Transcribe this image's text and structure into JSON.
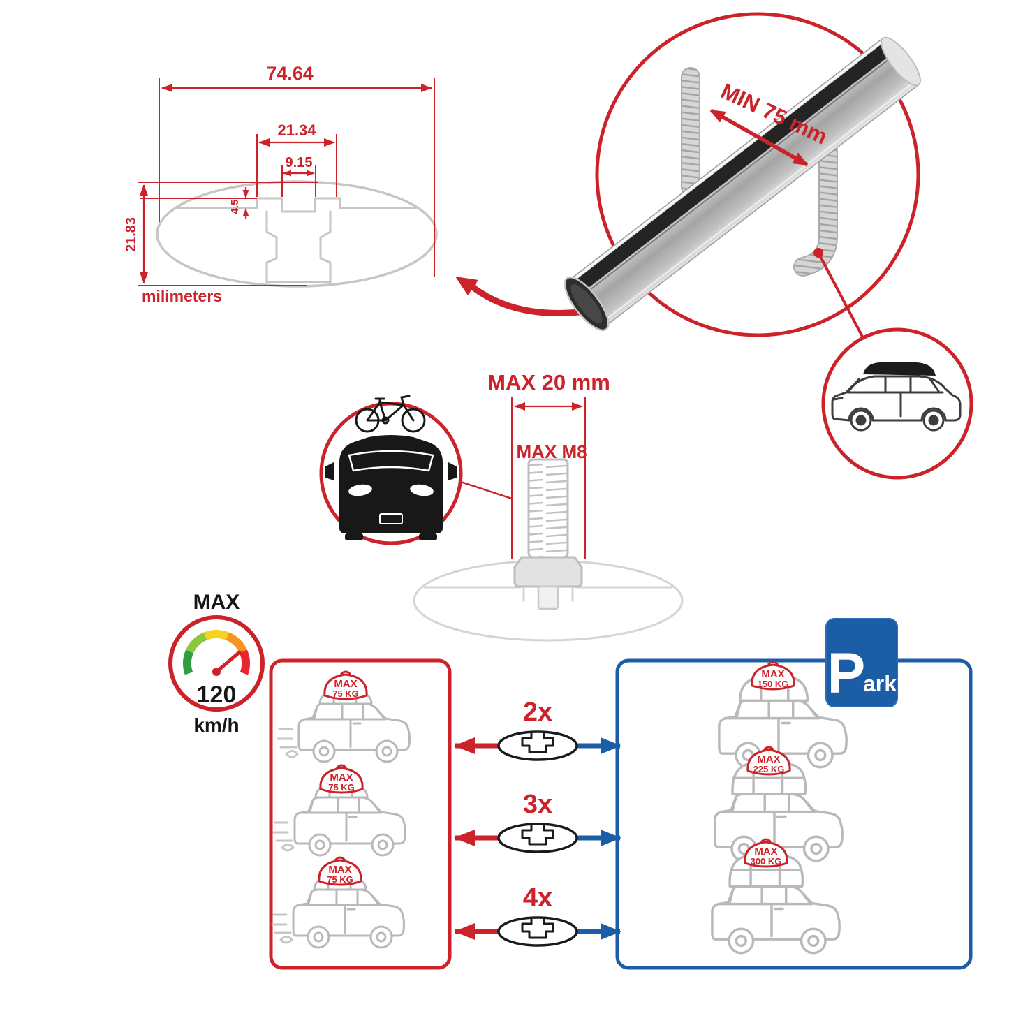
{
  "profile_dimensions": {
    "total_width": "74.64",
    "inner_width": "21.34",
    "slot_width": "9.15",
    "slot_depth": "4.5",
    "total_height": "21.83",
    "unit": "milimeters"
  },
  "crossbar_detail": {
    "min_clamp_label": "MIN 75 mm"
  },
  "mount_bolt": {
    "max_length_label": "MAX 20 mm",
    "max_thread_label": "MAX M8"
  },
  "speed_limit": {
    "label": "MAX",
    "value": "120",
    "unit": "km/h"
  },
  "park_sign": {
    "big_letter": "P",
    "small_letters": "ark"
  },
  "load_rows": [
    {
      "multiplier": "2x",
      "driving": {
        "max": "MAX",
        "weight": "75 KG"
      },
      "parked": {
        "max": "MAX",
        "weight": "150 KG"
      }
    },
    {
      "multiplier": "3x",
      "driving": {
        "max": "MAX",
        "weight": "75 KG"
      },
      "parked": {
        "max": "MAX",
        "weight": "225 KG"
      }
    },
    {
      "multiplier": "4x",
      "driving": {
        "max": "MAX",
        "weight": "75 KG"
      },
      "parked": {
        "max": "MAX",
        "weight": "300 KG"
      }
    }
  ],
  "colors": {
    "red": "#cc2229",
    "blue": "#1b5ea6",
    "gray": "#c0c0c0",
    "black": "#1a1a1a"
  }
}
